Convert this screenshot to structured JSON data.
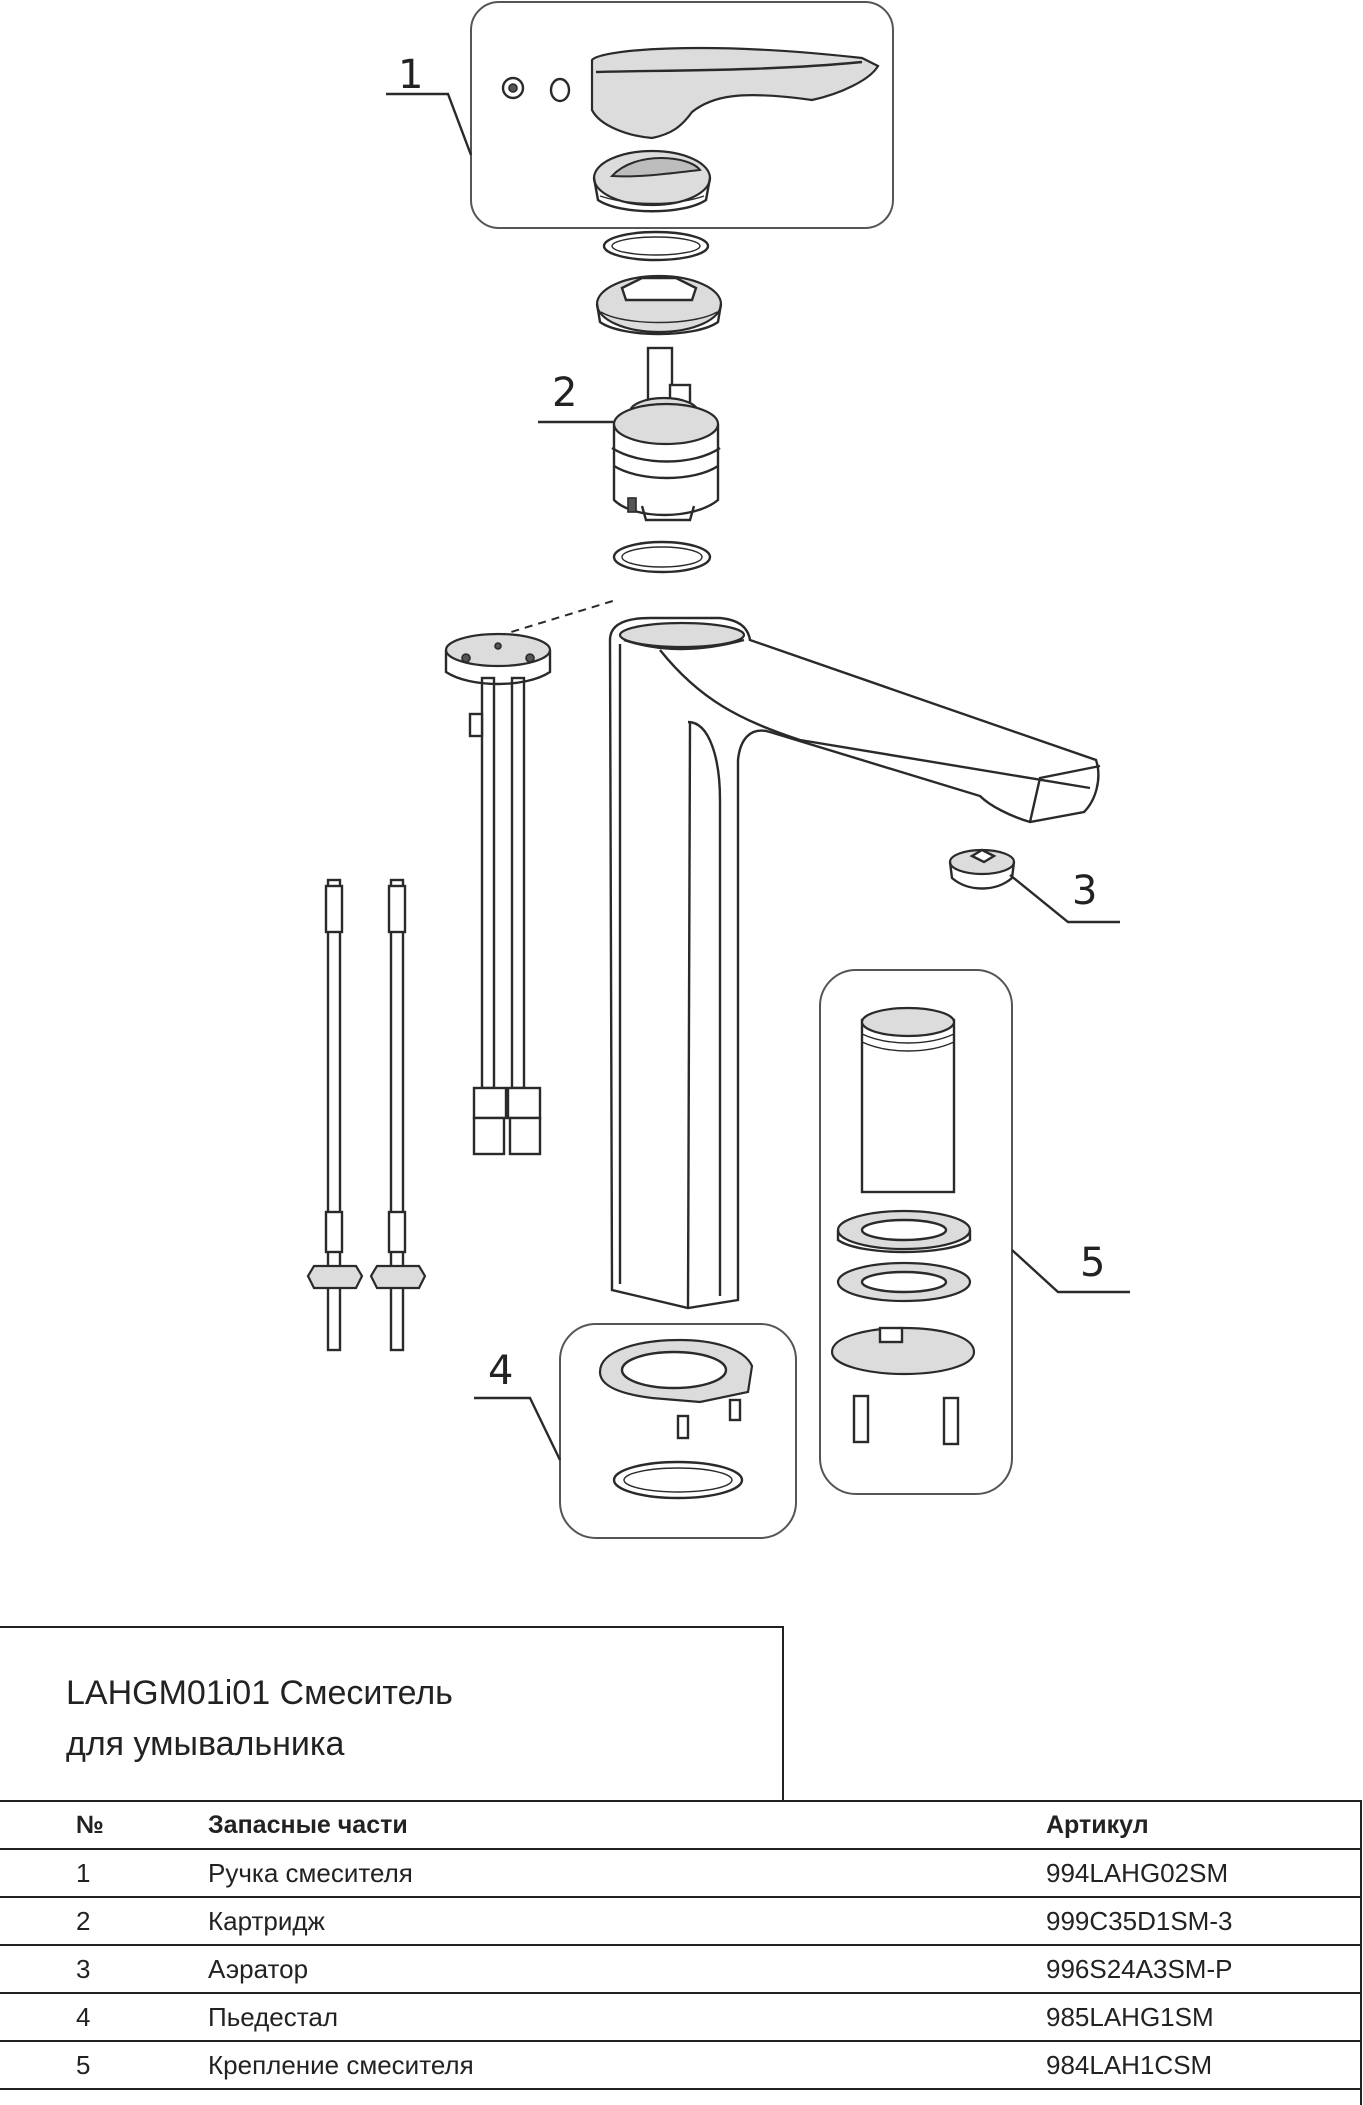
{
  "diagram": {
    "callouts": [
      {
        "number": "1"
      },
      {
        "number": "2"
      },
      {
        "number": "3"
      },
      {
        "number": "4"
      },
      {
        "number": "5"
      }
    ]
  },
  "title": {
    "line1": "LAHGM01i01 Смеситель",
    "line2": "для умывальника"
  },
  "table": {
    "headers": {
      "no": "№",
      "part": "Запасные части",
      "article": "Артикул"
    },
    "rows": [
      {
        "no": "1",
        "part": "Ручка смесителя",
        "article": "994LAHG02SM"
      },
      {
        "no": "2",
        "part": "Картридж",
        "article": "999C35D1SM-3"
      },
      {
        "no": "3",
        "part": "Аэратор",
        "article": "996S24A3SM-P"
      },
      {
        "no": "4",
        "part": "Пьедестал",
        "article": "985LAHG1SM"
      },
      {
        "no": "5",
        "part": "Крепление смесителя",
        "article": "984LAH1CSM"
      }
    ]
  }
}
